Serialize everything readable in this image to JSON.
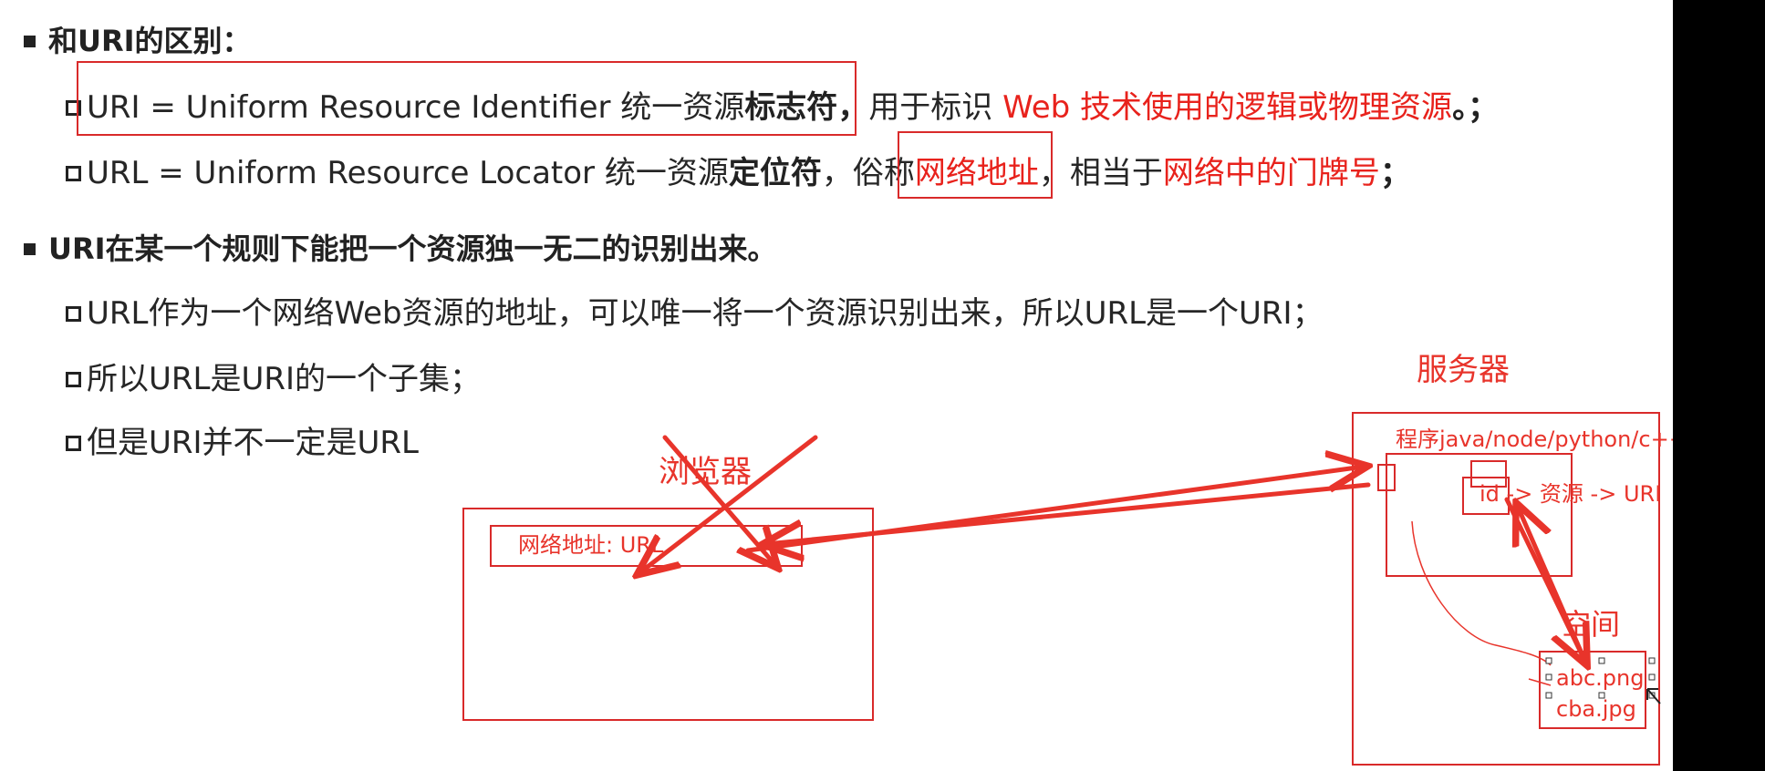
{
  "section1": {
    "heading": "和URI的区别：",
    "uri_line": {
      "prefix": "URI = Uniform Resource Identifier 统一资源",
      "bold": "标志符",
      "comma": "，",
      "mid": "用于标识 ",
      "red": "Web 技术使用的逻辑或物理资源",
      "suffix": "。；"
    },
    "url_line": {
      "prefix": "URL = Uniform Resource Locator 统一资源",
      "bold": "定位符",
      "mid1": "，俗称",
      "red1": "网络地址",
      "mid2": "，相当于",
      "red2": "网络中的门牌号",
      "suffix": "；"
    }
  },
  "section2": {
    "heading": "URI在某一个规则下能把一个资源独一无二的识别出来。",
    "items": [
      "URL作为一个网络Web资源的地址，可以唯一将一个资源识别出来，所以URL是一个URI；",
      "所以URL是URI的一个子集；",
      "但是URI并不一定是URL"
    ]
  },
  "annotations": {
    "browser_label": "浏览器",
    "address_bar": "网络地址: URL",
    "server_label": "服务器",
    "program_label": "程序java/node/python/c++",
    "id_resource": "id -> 资源 -> URI",
    "space_label": "空间",
    "files": [
      "abc.png",
      "cba.jpg"
    ],
    "color": "#e8342b"
  }
}
